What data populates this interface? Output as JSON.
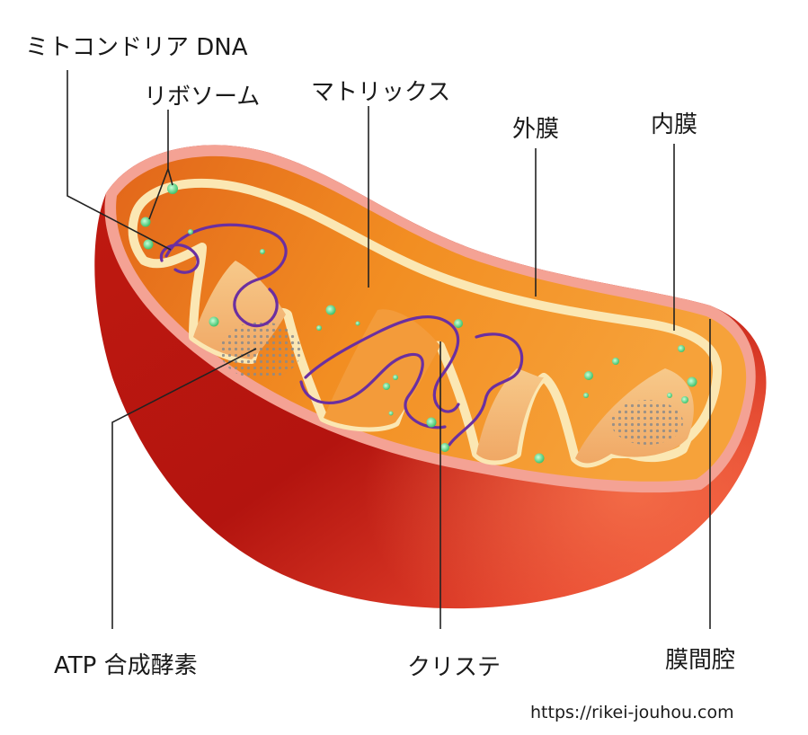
{
  "labels": {
    "mt_dna": "ミトコンドリア DNA",
    "ribosome": "リボソーム",
    "matrix": "マトリックス",
    "outer_membrane": "外膜",
    "inner_membrane": "内膜",
    "atp_synthase": "ATP 合成酵素",
    "cristae": "クリステ",
    "intermembrane_space": "膜間腔"
  },
  "footer": {
    "url": "https://rikei-jouhou.com"
  },
  "colors": {
    "outer_shell_dark": "#b3140f",
    "outer_shell_light": "#ee5a3c",
    "outer_rim": "#f2a090",
    "interior_orange": "#f08a1e",
    "crista_cream": "#fbe7b3",
    "dna_purple": "#6b2fa0",
    "ribosome_green": "#5ed68a",
    "atp_gray": "#8c8c8c",
    "leader_line": "#222222"
  }
}
